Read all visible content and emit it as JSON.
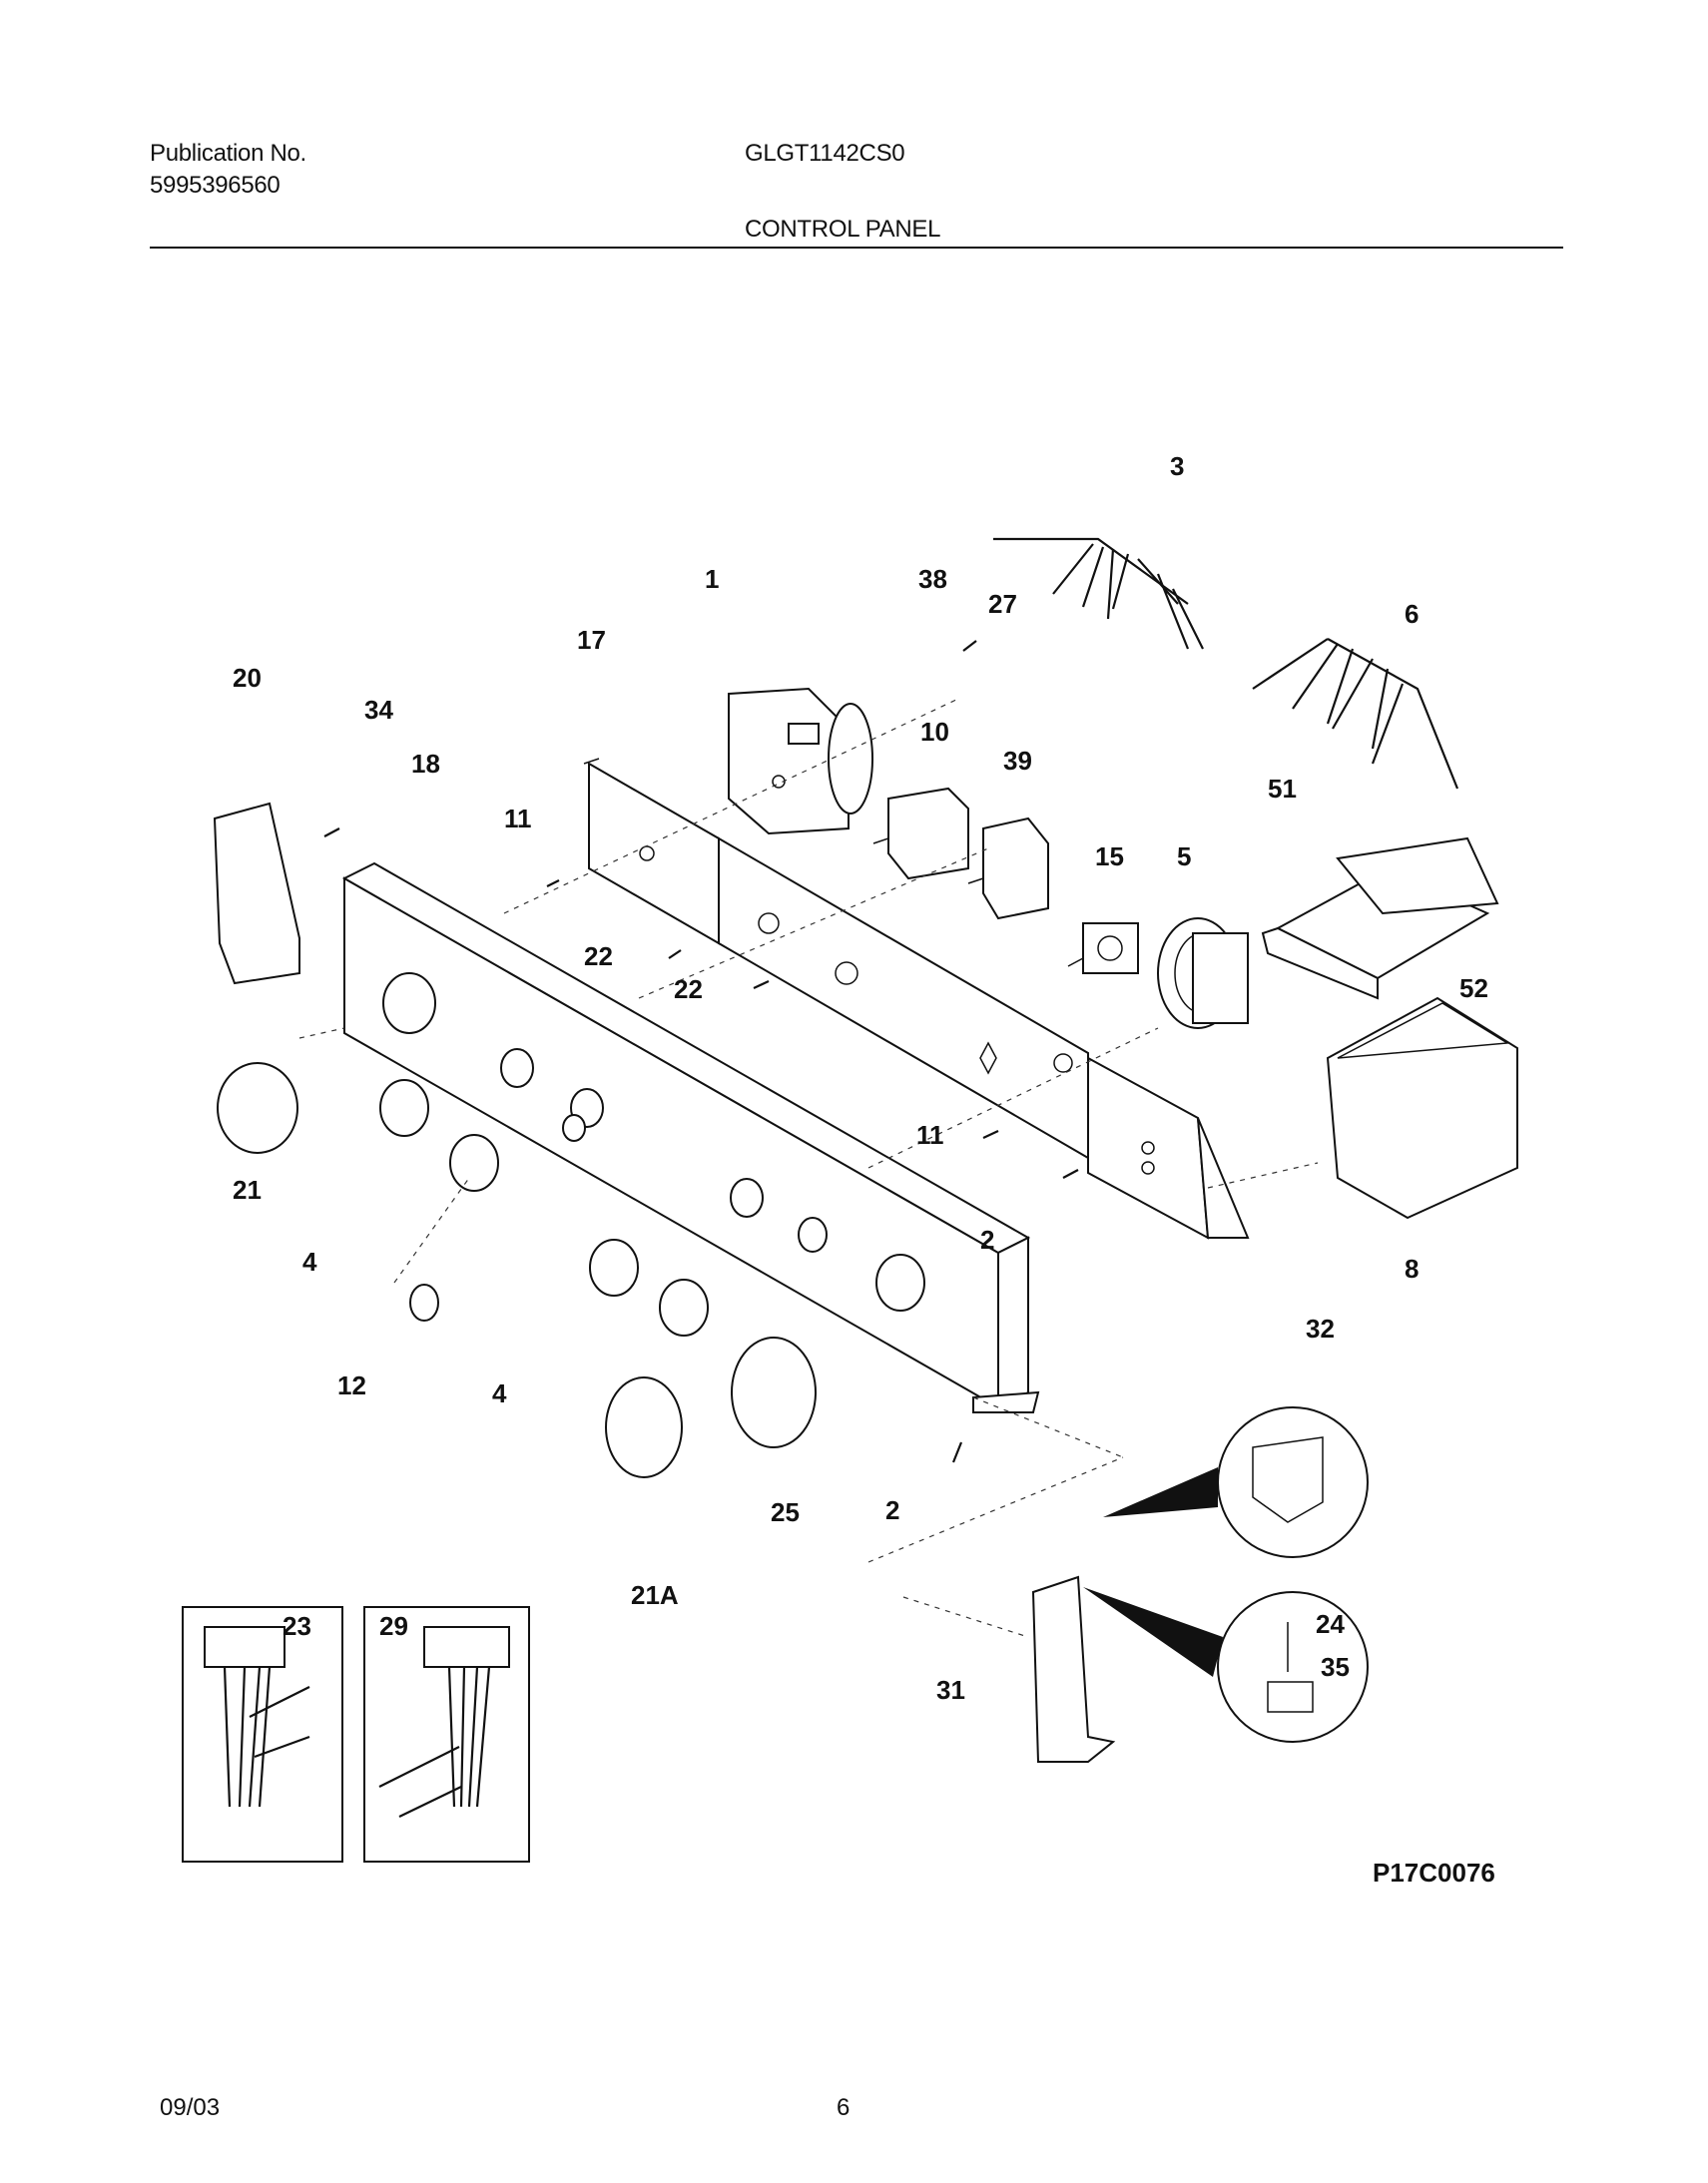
{
  "header": {
    "publication_label": "Publication No.",
    "publication_number": "5995396560",
    "model": "GLGT1142CS0",
    "section_title": "CONTROL PANEL"
  },
  "diagram": {
    "figure_code": "P17C0076",
    "callouts": {
      "c1": "1",
      "c2a": "2",
      "c2b": "2",
      "c3": "3",
      "c4a": "4",
      "c4b": "4",
      "c5": "5",
      "c6": "6",
      "c8": "8",
      "c10": "10",
      "c11a": "11",
      "c11b": "11",
      "c12": "12",
      "c15": "15",
      "c17": "17",
      "c18": "18",
      "c20": "20",
      "c21": "21",
      "c21a": "21A",
      "c22a": "22",
      "c22b": "22",
      "c23": "23",
      "c24": "24",
      "c25": "25",
      "c27": "27",
      "c29": "29",
      "c31": "31",
      "c32": "32",
      "c34": "34",
      "c35": "35",
      "c38": "38",
      "c39": "39",
      "c51": "51",
      "c52": "52"
    }
  },
  "footer": {
    "date": "09/03",
    "page": "6"
  }
}
